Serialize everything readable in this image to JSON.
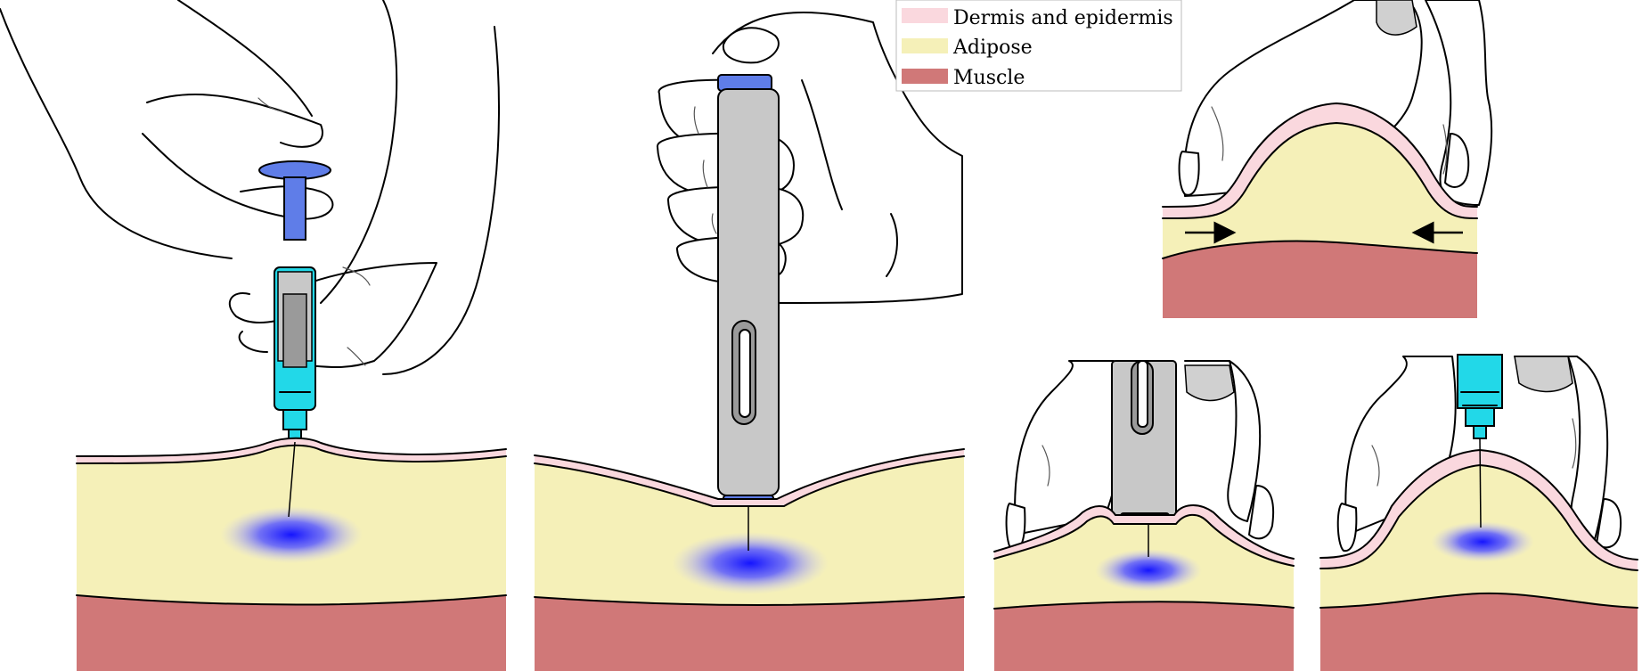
{
  "legend": {
    "items": [
      {
        "label": "Dermis and epidermis",
        "color": "#fad8de"
      },
      {
        "label": "Adipose",
        "color": "#f5f0b8"
      },
      {
        "label": "Muscle",
        "color": "#d07878"
      }
    ]
  },
  "colors": {
    "muscle": "#d07878",
    "adipose": "#f5f0b8",
    "dermis": "#fad8de",
    "injection": "#1a1aff",
    "syringe_cyan": "#22d8e8",
    "plunger_blue": "#5f7de8",
    "pen_gray": "#c8c8c8"
  },
  "panels": [
    {
      "name": "syringe-injection",
      "instrument": "syringe"
    },
    {
      "name": "pen-injection",
      "instrument": "pen-icon"
    },
    {
      "name": "pinched-skin-fold",
      "instrument": "none"
    },
    {
      "name": "pen-injection-pinched",
      "instrument": "pen-icon"
    },
    {
      "name": "syringe-injection-pinched",
      "instrument": "syringe"
    }
  ]
}
